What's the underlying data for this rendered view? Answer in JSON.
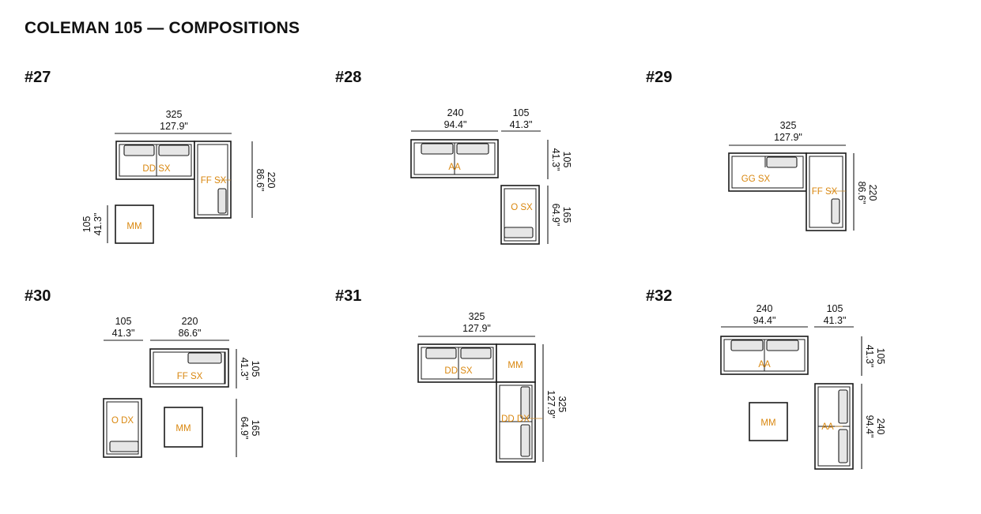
{
  "title": "COLEMAN 105 — COMPOSITIONS",
  "colors": {
    "module_label": "#d9870f",
    "line": "#1a1a1a"
  },
  "compositions": [
    {
      "number": "#27",
      "dimensions": {
        "top_cm": "325",
        "top_in": "127.9\"",
        "right_cm": "220",
        "right_in": "86.6\"",
        "left_cm": "105",
        "left_in": "41.3\""
      },
      "modules": [
        "DD SX",
        "FF SX",
        "MM"
      ]
    },
    {
      "number": "#28",
      "dimensions": {
        "top1_cm": "240",
        "top1_in": "94.4\"",
        "top2_cm": "105",
        "top2_in": "41.3\"",
        "right1_cm": "105",
        "right1_in": "41.3\"",
        "right2_cm": "165",
        "right2_in": "64.9\""
      },
      "modules": [
        "AA",
        "O SX"
      ]
    },
    {
      "number": "#29",
      "dimensions": {
        "top_cm": "325",
        "top_in": "127.9\"",
        "right_cm": "220",
        "right_in": "86.6\""
      },
      "modules": [
        "GG SX",
        "FF SX"
      ]
    },
    {
      "number": "#30",
      "dimensions": {
        "top1_cm": "105",
        "top1_in": "41.3\"",
        "top2_cm": "220",
        "top2_in": "86.6\"",
        "right1_cm": "105",
        "right1_in": "41.3\"",
        "right2_cm": "165",
        "right2_in": "64.9\""
      },
      "modules": [
        "FF SX",
        "O DX",
        "MM"
      ]
    },
    {
      "number": "#31",
      "dimensions": {
        "top_cm": "325",
        "top_in": "127.9\"",
        "right_cm": "325",
        "right_in": "127.9\""
      },
      "modules": [
        "DD SX",
        "MM",
        "DD DX"
      ]
    },
    {
      "number": "#32",
      "dimensions": {
        "top1_cm": "240",
        "top1_in": "94.4\"",
        "top2_cm": "105",
        "top2_in": "41.3\"",
        "right1_cm": "105",
        "right1_in": "41.3\"",
        "right2_cm": "240",
        "right2_in": "94.4\""
      },
      "modules": [
        "AA",
        "MM",
        "AA"
      ]
    }
  ]
}
